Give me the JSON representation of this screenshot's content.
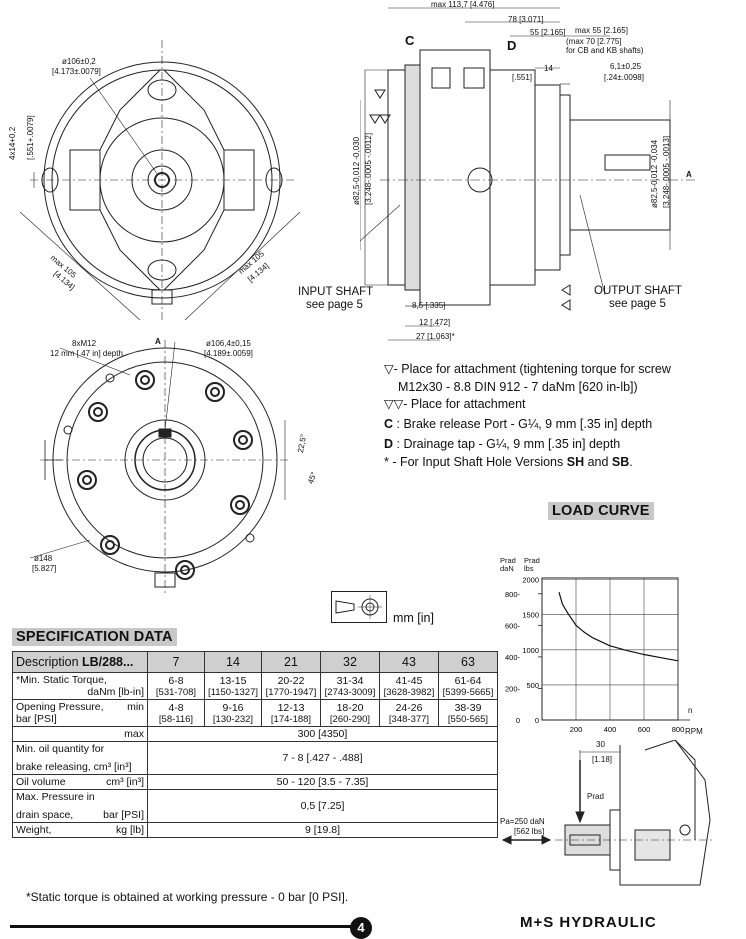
{
  "front_view": {
    "dia_top": "ø106±0,2",
    "dia_top_in": "[4.173±.0079]",
    "side_dim": "4x14+0,2",
    "side_dim_in": "[.551+.0079]",
    "max_left": "max 105",
    "max_left_in": "[4.134]",
    "max_right": "max 105",
    "max_right_in": "[4.134]"
  },
  "rear_view": {
    "thread": "8xM12",
    "thread_depth": "12 mm [.47 in] depth",
    "label_a": "A",
    "dia_bolt": "ø106,4±0,15",
    "dia_bolt_in": "[4.189±.0059]",
    "angle1": "22,5°",
    "angle2": "45°",
    "dia_outer": "ø148",
    "dia_outer_in": "[5.827]"
  },
  "side_view": {
    "max_len": "max 113,7 [4.476]",
    "len78": "78 [3.071]",
    "len55": "55 [2.165]",
    "max55": "max 55 [2.165]",
    "max70": "(max 70 [2.775]",
    "max70_note": "for CB and KB shafts)",
    "label_c": "C",
    "label_d": "D",
    "len14": "14",
    "len14_in": "[.551]",
    "len61": "6,1±0,25",
    "len61_in": "[.24±.0098]",
    "dia_left": "ø82,5-0,012 -0,030",
    "dia_left_in": "[3.248-.0005 -.0012]",
    "dia_right": "ø82,5-0,012 -0,034",
    "dia_right_in": "[3.248-.0005 -.0013]",
    "label_a": "A",
    "input_shaft": "INPUT SHAFT",
    "input_see": "see page 5",
    "output_shaft": "OUTPUT SHAFT",
    "output_see": "see page 5",
    "len85": "8,5 [.335]",
    "len12": "12 [.472]",
    "len27": "27 [1.063]*"
  },
  "notes": {
    "n1_sym": "▽",
    "n1_a": "- Place for attachment (tightening torque for screw",
    "n1_b": "M12x30 - 8.8 DIN 912 - 7 daNm [620 in-lb])",
    "n2_sym": "▽▽",
    "n2": "- Place for attachment",
    "n3_key": "C",
    "n3": ": Brake release Port - G¼, 9 mm [.35 in] depth",
    "n4_key": "D",
    "n4": ": Drainage tap - G¼, 9 mm [.35 in] depth",
    "n5_a": "* - For Input Shaft Hole Versions ",
    "n5_b": "SH",
    "n5_c": " and ",
    "n5_d": "SB",
    "n5_e": "."
  },
  "projection_label": "mm [in]",
  "load_curve": {
    "title": "LOAD CURVE",
    "y_left_label": "Prad daN",
    "y_right_label": "Prad lbs",
    "x_label": "n",
    "x_unit": "RPM",
    "pa_label": "Pa=250 daN",
    "pa_label_in": "[562 lbs]",
    "prad_label": "Prad",
    "dim30": "30",
    "dim30_in": "[1.18]"
  },
  "chart_data": {
    "type": "line",
    "title": "LOAD CURVE",
    "xlabel": "n RPM",
    "ylabel": "Prad daN",
    "y2label": "Prad lbs",
    "xlim": [
      0,
      800
    ],
    "ylim": [
      0,
      900
    ],
    "x_ticks": [
      200,
      400,
      600,
      800
    ],
    "y_ticks": [
      200,
      400,
      600,
      800
    ],
    "y2_ticks": [
      500,
      1000,
      1500,
      2000
    ],
    "grid": true,
    "series": [
      {
        "x": [
          100,
          120,
          150,
          200,
          250,
          300,
          400,
          500,
          600,
          700,
          800
        ],
        "y": [
          810,
          735,
          680,
          600,
          555,
          520,
          470,
          440,
          415,
          395,
          375
        ]
      }
    ]
  },
  "spec": {
    "title": "SPECIFICATION DATA",
    "head_label": "Description ",
    "head_model": "LB/288...",
    "sizes": [
      "7",
      "14",
      "21",
      "32",
      "43",
      "63"
    ],
    "rows": {
      "torque_label": "*Min. Static Torque,",
      "torque_unit": "daNm [lb-in]",
      "torque_vals": [
        "6-8",
        "13-15",
        "20-22",
        "31-34",
        "41-45",
        "61-64"
      ],
      "torque_in": [
        "[531-708]",
        "[1150-1327]",
        "[1770-1947]",
        "[2743-3009]",
        "[3628-3982]",
        "[5399-5665]"
      ],
      "open_label1": "Opening Pressure,",
      "open_min": "min",
      "open_label2": "bar [PSI]",
      "open_vals": [
        "4-8",
        "9-16",
        "12-13",
        "18-20",
        "24-26",
        "38-39"
      ],
      "open_in": [
        "[58-116]",
        "[130-232]",
        "[174-188]",
        "[260-290]",
        "[348-377]",
        "[550-565]"
      ],
      "open_max": "max",
      "open_max_val": "300 [4350]",
      "oil_min_label1": "Min. oil quantity for",
      "oil_min_label2": "brake releasing,",
      "oil_min_unit": "cm³ [in³]",
      "oil_min_val": "7 - 8 [.427 - .488]",
      "oil_vol_label": "Oil volume",
      "oil_vol_unit": "cm³ [in³]",
      "oil_vol_val": "50 - 120 [3.5 - 7.35]",
      "drain_label1": "Max. Pressure in",
      "drain_label2": "drain space,",
      "drain_unit": "bar [PSI]",
      "drain_val": "0,5 [7.25]",
      "weight_label": "Weight,",
      "weight_unit": "kg [lb]",
      "weight_val": "9 [19.8]"
    },
    "footnote": "*Static torque is obtained at working pressure - 0 bar [0 PSI]."
  },
  "footer": {
    "page_number": "4",
    "brand": "M+S HYDRAULIC"
  }
}
